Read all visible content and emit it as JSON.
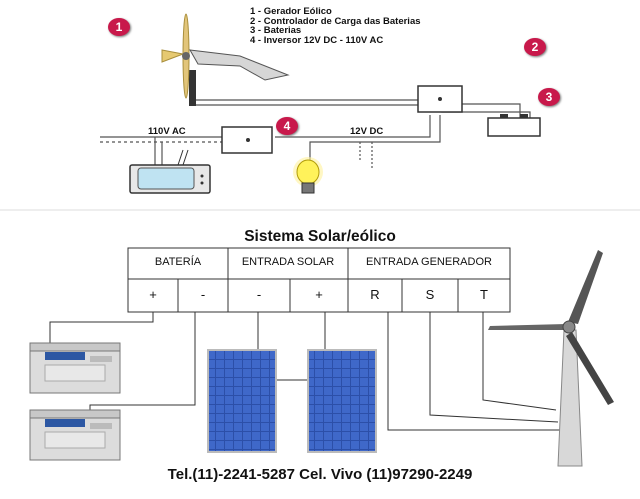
{
  "legend": [
    "1 - Gerador Eólico",
    "2 - Controlador de Carga das Baterias",
    "3 - Baterias",
    "4 - Inversor 12V DC - 110V AC"
  ],
  "badges": [
    "1",
    "2",
    "3",
    "4"
  ],
  "labels": {
    "ac": "110V AC",
    "dc": "12V DC"
  },
  "title": "Sistema Solar/eólico",
  "table": {
    "headers": [
      "BATERÍA",
      "ENTRADA SOLAR",
      "ENTRADA GENERADOR"
    ],
    "terminals": [
      "+",
      "-",
      "-",
      "+",
      "R",
      "S",
      "T"
    ]
  },
  "footer": "Tel.(11)-2241-5287 Cel. Vivo (11)97290-2249",
  "colors": {
    "badge": "#c8194b",
    "panel": "#2c4fa8",
    "battery": "#dcdcdc"
  }
}
